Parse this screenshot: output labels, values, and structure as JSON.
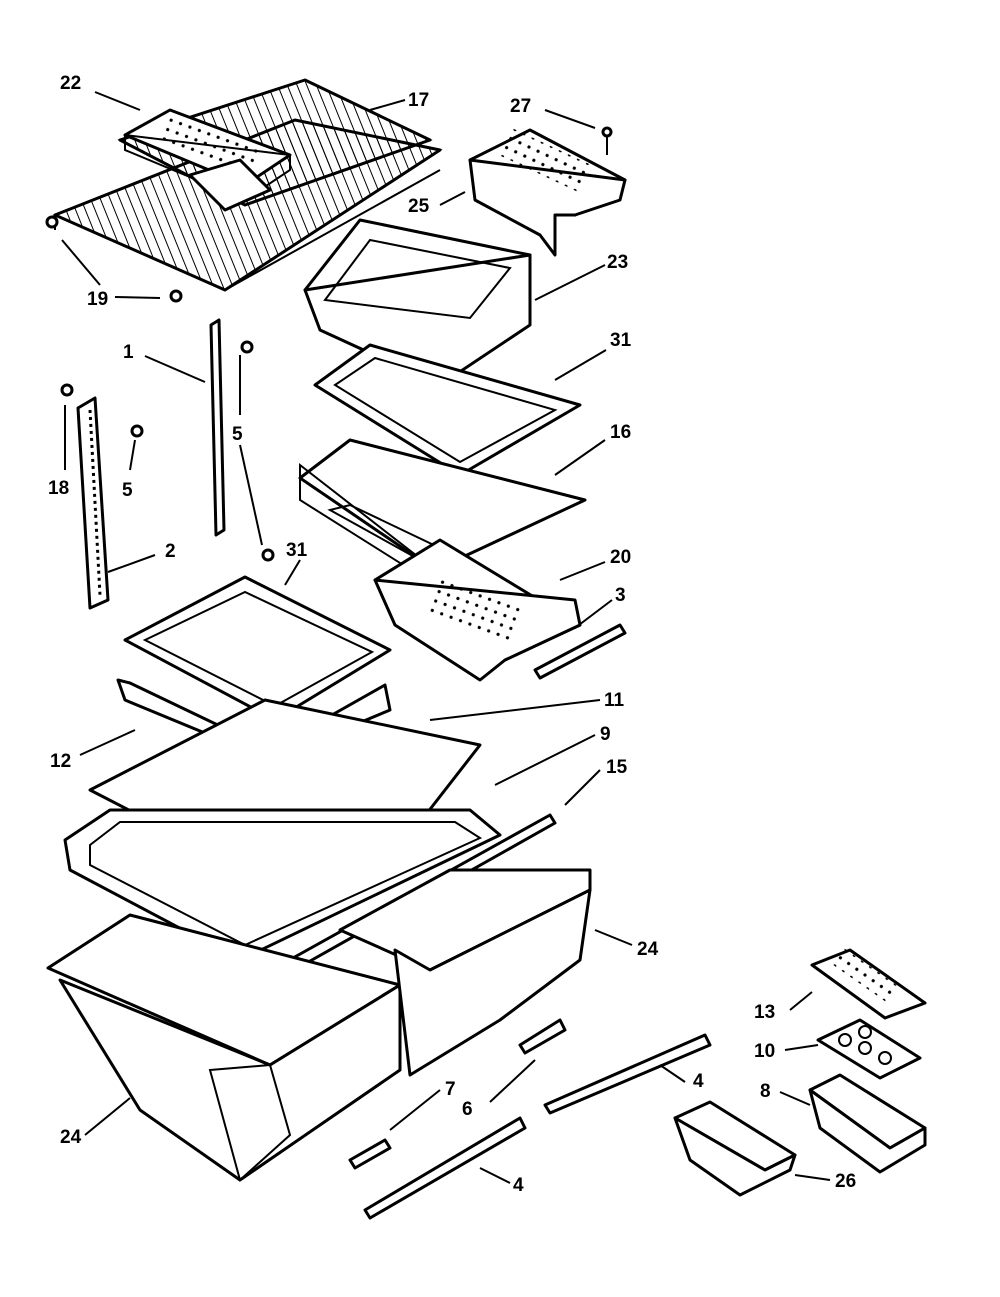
{
  "diagram": {
    "callouts": {
      "c22": "22",
      "c17": "17",
      "c27": "27",
      "c25": "25",
      "c23": "23",
      "c19": "19",
      "c1": "1",
      "c31a": "31",
      "c5a": "5",
      "c5b": "5",
      "c18": "18",
      "c16": "16",
      "c2": "2",
      "c31b": "31",
      "c20": "20",
      "c3": "3",
      "c11": "11",
      "c9": "9",
      "c12": "12",
      "c15": "15",
      "c24a": "24",
      "c13": "13",
      "c10": "10",
      "c8": "8",
      "c4a": "4",
      "c7": "7",
      "c6": "6",
      "c24b": "24",
      "c4b": "4",
      "c26": "26"
    }
  }
}
